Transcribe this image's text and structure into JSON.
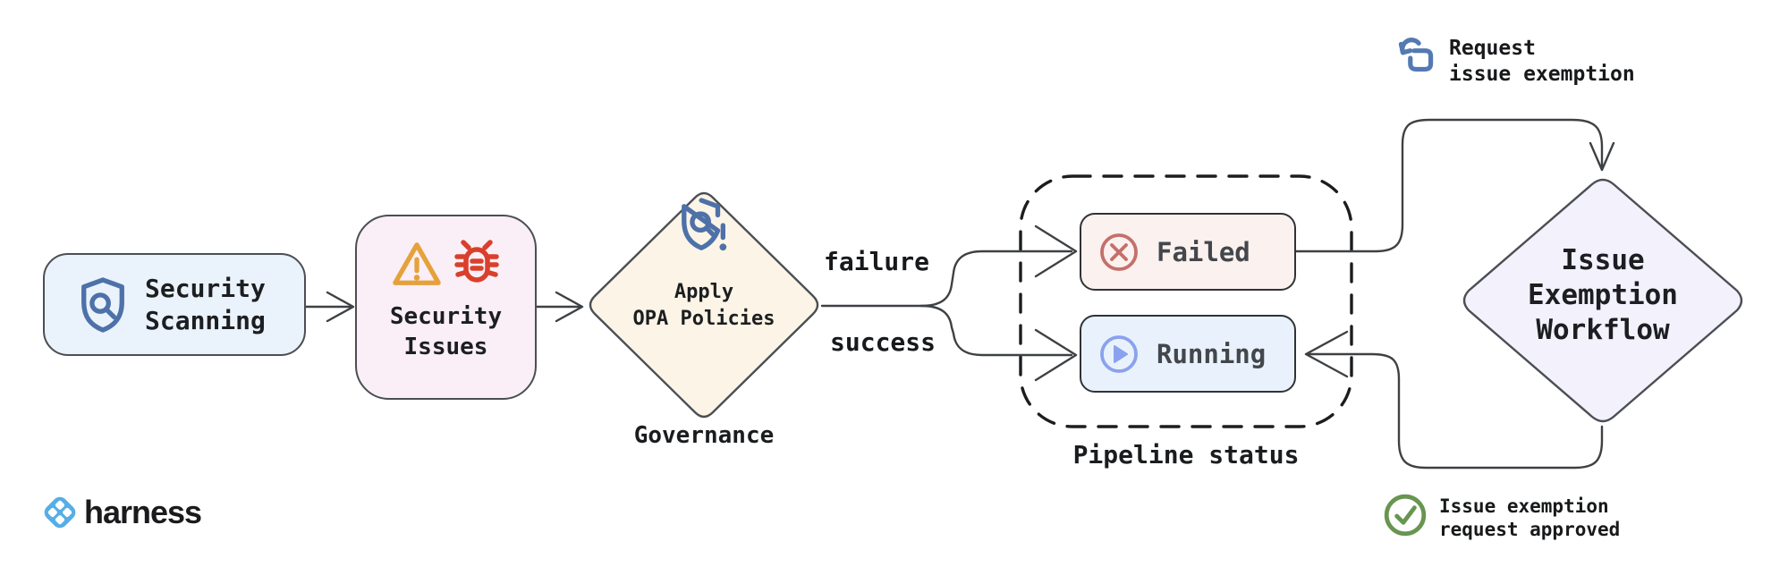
{
  "diagram": {
    "nodes": {
      "security_scanning": {
        "line1": "Security",
        "line2": "Scanning"
      },
      "security_issues": {
        "line1": "Security",
        "line2": "Issues"
      },
      "apply_opa_policies": {
        "line1": "Apply",
        "line2": "OPA Policies",
        "caption": "Governance"
      },
      "failed": {
        "label": "Failed"
      },
      "running": {
        "label": "Running"
      },
      "pipeline_status_caption": "Pipeline status",
      "issue_exemption_workflow": {
        "line1": "Issue",
        "line2": "Exemption",
        "line3": "Workflow"
      }
    },
    "edge_labels": {
      "failure": "failure",
      "success": "success"
    },
    "annotations": {
      "request_exemption": {
        "line1": "Request",
        "line2": "issue exemption"
      },
      "exemption_approved": {
        "line1": "Issue exemption",
        "line2": "request approved"
      }
    }
  },
  "brand": {
    "wordmark": "harness"
  },
  "colors": {
    "scanning_bg": "#eaf2fb",
    "issues_bg": "#faeff6",
    "opa_bg": "#fcf4e6",
    "failed_bg": "#fbf1ef",
    "running_bg": "#e9f2fc",
    "workflow_bg": "#f3f1fc",
    "shield_blue": "#4d71a8",
    "warning_orange": "#e5a13c",
    "bug_red": "#d9402c",
    "failed_red": "#c4706b",
    "running_blue": "#8aa2ed",
    "request_blue": "#5479b3",
    "approved_green": "#68954f",
    "line": "#3e4144",
    "harness_blue": "#55aee6"
  }
}
